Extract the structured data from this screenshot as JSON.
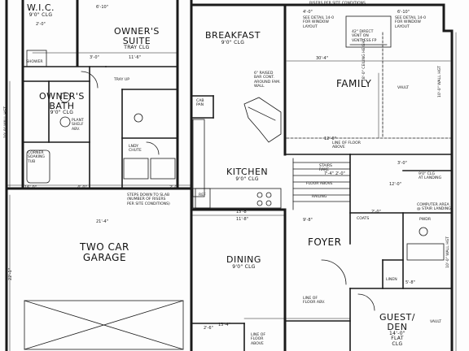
{
  "rooms": {
    "wic": {
      "name": "W.I.C.",
      "sub": "9'0\" CLG"
    },
    "owners_suite": {
      "name1": "OWNER'S",
      "name2": "SUITE",
      "sub": "TRAY CLG"
    },
    "breakfast": {
      "name": "BREAKFAST",
      "sub": "9'0\" CLG"
    },
    "family": {
      "name": "FAMILY"
    },
    "owners_bath": {
      "name1": "OWNER'S",
      "name2": "BATH",
      "sub": "9'0\" CLG"
    },
    "kitchen": {
      "name": "KITCHEN",
      "sub": "9'0\" CLG"
    },
    "garage": {
      "name1": "TWO CAR",
      "name2": "GARAGE"
    },
    "dining": {
      "name": "DINING",
      "sub": "9'0\" CLG"
    },
    "foyer": {
      "name": "FOYER"
    },
    "guest_den": {
      "name1": "GUEST/",
      "name2": "DEN",
      "sub1": "14'-0\"",
      "sub2": "FLAT",
      "sub3": "CLG"
    }
  },
  "notes": {
    "risers": "RISERS PER SITE CONDITIONS",
    "window_left_1": "SEE DETAIL 14-0",
    "window_left_2": "FOR WINDOW",
    "window_left_3": "LAYOUT",
    "window_right_1": "SEE DETAIL 14-0",
    "window_right_2": "FOR WINDOW",
    "window_right_3": "LAYOUT",
    "vent_1": "42\" DIRECT",
    "vent_2": "VENT ON",
    "vent_3": "VENTLESS FP",
    "raised_bar_1": "6\" RAISED",
    "raised_bar_2": "BAR CONT.",
    "raised_bar_3": "AROUND FAM.",
    "raised_bar_4": "WALL",
    "vault_family": "VAULT",
    "ceiling_height": "18'-0\" CEILING HEIGHT",
    "wall_hgt": "10'-0\" WALL HGT",
    "line_floor_above_1": "LINE OF FLOOR",
    "line_floor_above_2": "ABOVE",
    "stairs_1": "STAIRS",
    "stairs_2": "RAKE",
    "floor_above": "FLOOR ABOVE",
    "railing": "RAILING",
    "clg_landing_1": "9'0\" CLG",
    "clg_landing_2": "AT LANDING",
    "computer_1": "COMPUTER AREA",
    "computer_2": "@ STAIR LANDING",
    "steps_1": "STEPS DOWN TO SLAB",
    "steps_2": "(NUMBER OF RISERS",
    "steps_3": "PER SITE CONDITIONS)",
    "coats": "COATS",
    "pwdr": "PWDR",
    "tray_up": "TRAY UP",
    "plant_shelf_1": "PLANT",
    "plant_shelf_2": "SHELF",
    "plant_shelf_3": "ABV.",
    "shower": "SHOWER",
    "corner_tub_1": "CORNER",
    "corner_tub_2": "SOAKING",
    "corner_tub_3": "TUB",
    "lndy_1": "LNDY",
    "lndy_2": "CHUTE",
    "cab_pan_1": "CAB",
    "cab_pan_2": "PAN",
    "ref": "REF",
    "linen": "LINEN",
    "line_floor_abv_1": "LINE OF",
    "line_floor_abv_2": "FLOOR ABV.",
    "floor_abv_bottom_1": "LINE OF",
    "floor_abv_bottom_2": "FLOOR",
    "floor_abv_bottom_3": "ABOVE",
    "vault_right": "VAULT",
    "wall_right_1": "10'-0\" WALL HGT",
    "wall_right_2": "10'-0\" WALL HGT"
  },
  "dims": {
    "d1": "2'-0\"",
    "d2": "6'-10\"",
    "d3": "3'-0\"",
    "d4": "11'-6\"",
    "d5": "4'-0\"",
    "d6": "2'-0\"",
    "d7": "16'-0\"",
    "d8": "30'-4\"",
    "d9": "4'-0\"",
    "d10": "6'-10\"",
    "d11": "21'-4\"",
    "d12": "15'-8\"",
    "d13": "11'-8\"",
    "d14": "7'-4\"",
    "d15": "2'-0\"",
    "d16": "3'-0\"",
    "d17": "12'-0\"",
    "d18": "9'-8\"",
    "d19": "2'-0\"",
    "d20": "5'-8\"",
    "d21": "13'-4\"",
    "d22": "2'-6\"",
    "d23": "12'-0\"",
    "d24": "22'-1\""
  }
}
